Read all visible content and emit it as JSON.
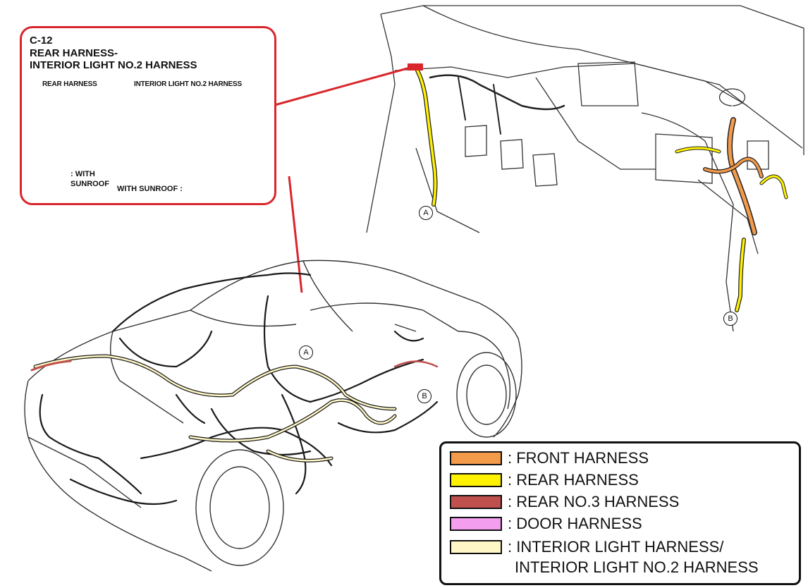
{
  "callout": {
    "code": "C-12",
    "title_line1": "REAR HARNESS-",
    "title_line2": "INTERIOR LIGHT NO.2 HARNESS",
    "rear_label": "REAR HARNESS",
    "interior_label": "INTERIOR LIGHT NO.2 HARNESS",
    "with_sunroof_left": ": WITH SUNROOF",
    "with_sunroof_right": "WITH SUNROOF :"
  },
  "markers": {
    "a_top": "A",
    "b_top": "B",
    "a_car": "A",
    "b_car": "B"
  },
  "legend": {
    "items": [
      {
        "label": ": FRONT HARNESS",
        "color": "#f39a4b"
      },
      {
        "label": ": REAR HARNESS",
        "color": "#fff200"
      },
      {
        "label": ": REAR NO.3 HARNESS",
        "color": "#c0504d"
      },
      {
        "label": ": DOOR HARNESS",
        "color": "#f49ef0"
      },
      {
        "label": ": INTERIOR LIGHT HARNESS/",
        "color": "#fff8c6"
      }
    ],
    "continuation": "INTERIOR LIGHT NO.2 HARNESS"
  }
}
